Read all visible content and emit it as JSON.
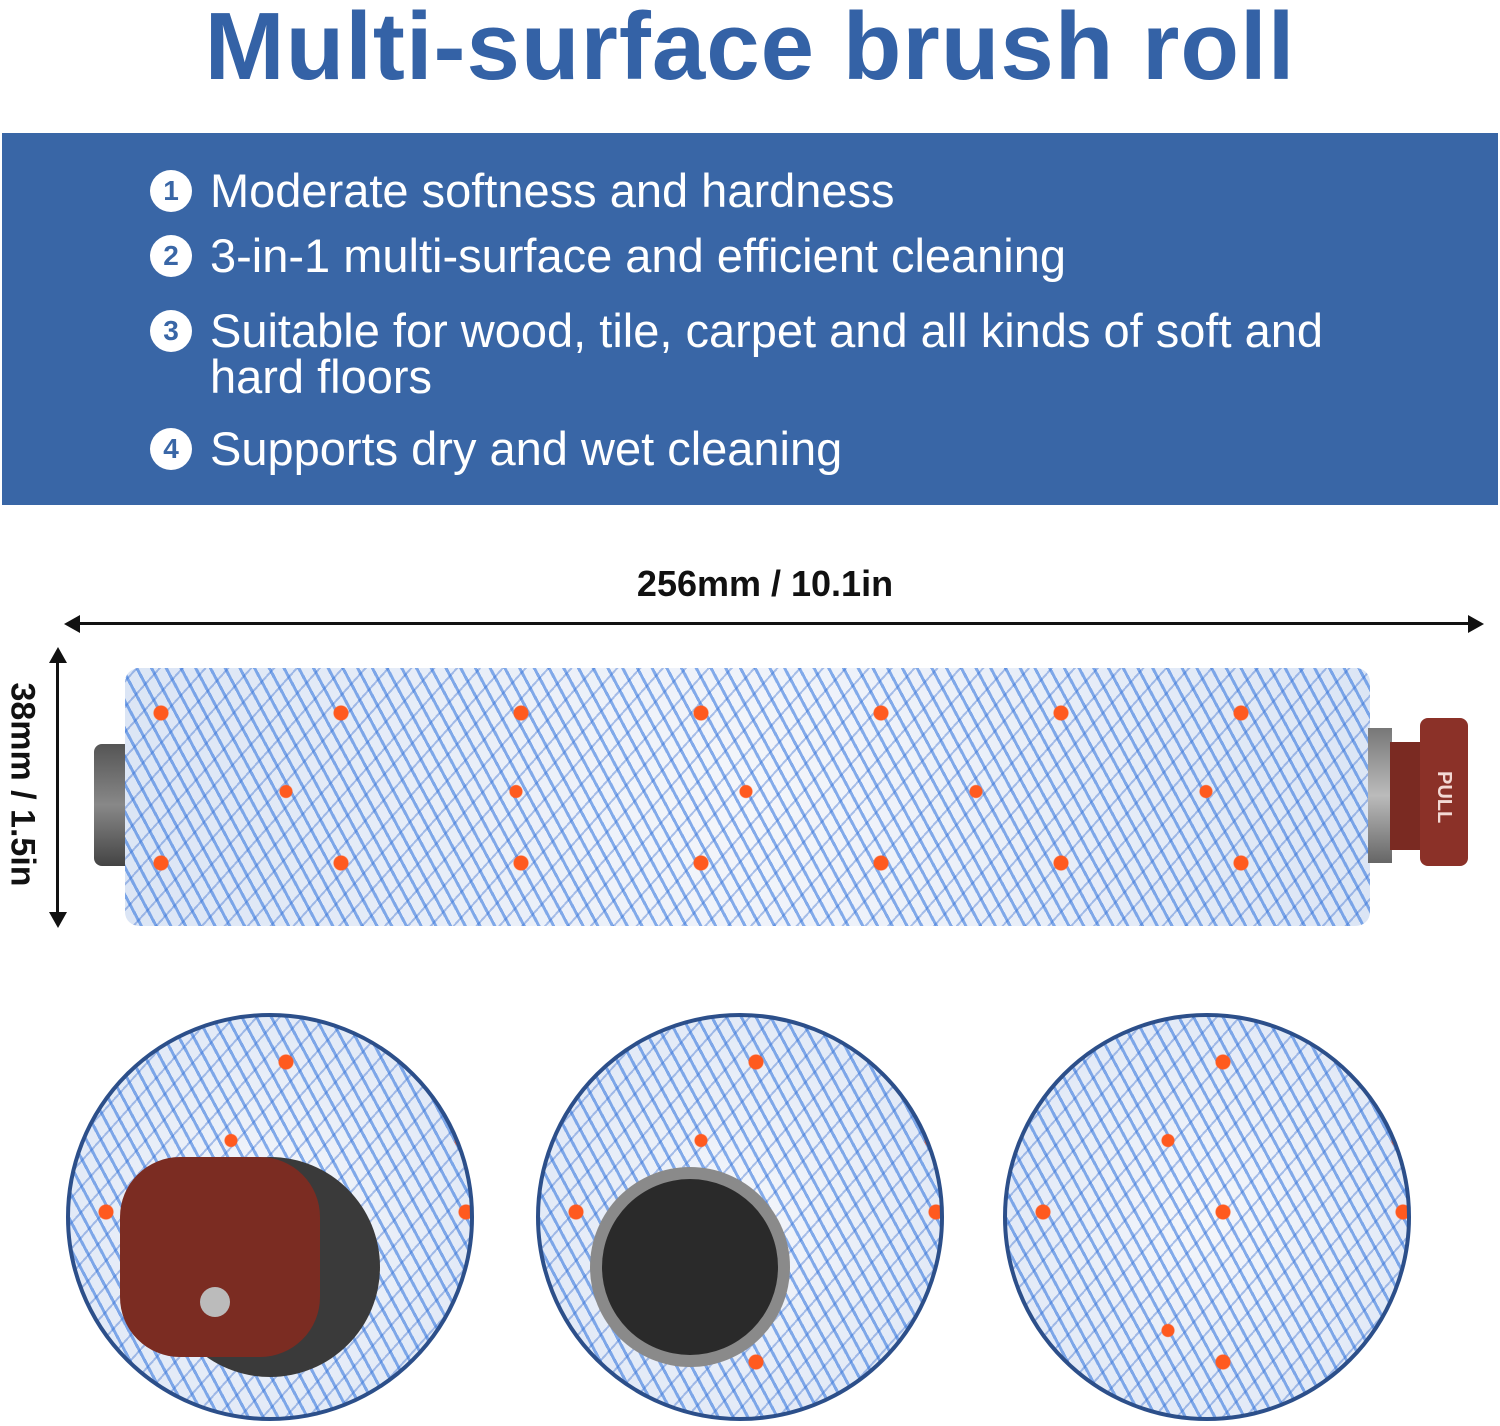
{
  "title": "Multi-surface brush roll",
  "features": [
    {
      "num": "1",
      "text": "Moderate softness and hardness"
    },
    {
      "num": "2",
      "text": "3-in-1 multi-surface and efficient cleaning"
    },
    {
      "num": "3",
      "text": "Suitable for wood, tile, carpet and all kinds of soft and hard floors"
    },
    {
      "num": "4",
      "text": "Supports dry and wet cleaning"
    }
  ],
  "dimensions": {
    "length": "256mm / 10.1in",
    "diameter": "38mm / 1.5in"
  },
  "cap_label": "PULL",
  "colors": {
    "brand_blue": "#3966a6",
    "title_blue": "#3462a6",
    "cap_brown": "#8b3128"
  }
}
